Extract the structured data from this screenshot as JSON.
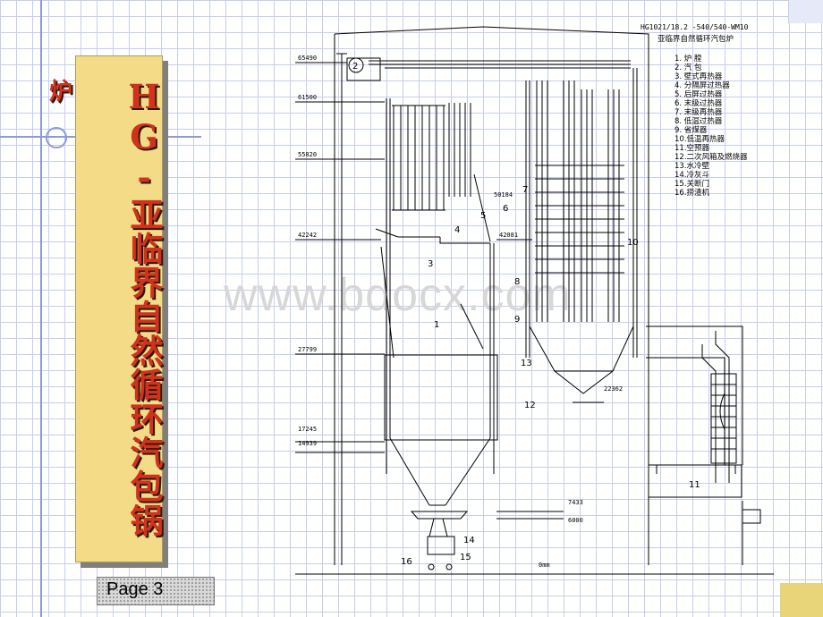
{
  "slide": {
    "title_vertical": "HG-亚临界自然循环汽包锅",
    "title_side": "炉",
    "page_label": "Page 3",
    "watermark": "www.bdocx.com"
  },
  "diagram": {
    "header_model": "HG1021/18.2 -540/540-WM10",
    "header_name": "亚临界自然循环汽包炉",
    "elevations": [
      "65490",
      "61500",
      "55820",
      "42242",
      "42081",
      "50184",
      "27799",
      "22362",
      "17245",
      "14939",
      "7433",
      "6000",
      "0mm"
    ],
    "legend": [
      "1. 炉  膛",
      "2. 汽  包",
      "3. 壁式再热器",
      "4. 分隔屏过热器",
      "5. 后屏过热器",
      "6. 末级过热器",
      "7. 末级再热器",
      "8. 低温过热器",
      "9. 省煤器",
      "10.低温再热器",
      "11.空预器",
      "12.二次风箱及燃烧器",
      "13.水冷壁",
      "14.冷灰斗",
      "15.关断门",
      "16.捞渣机"
    ],
    "callouts": [
      "1",
      "2",
      "3",
      "4",
      "5",
      "6",
      "7",
      "8",
      "9",
      "10",
      "11",
      "12",
      "13",
      "14",
      "15",
      "16"
    ]
  }
}
